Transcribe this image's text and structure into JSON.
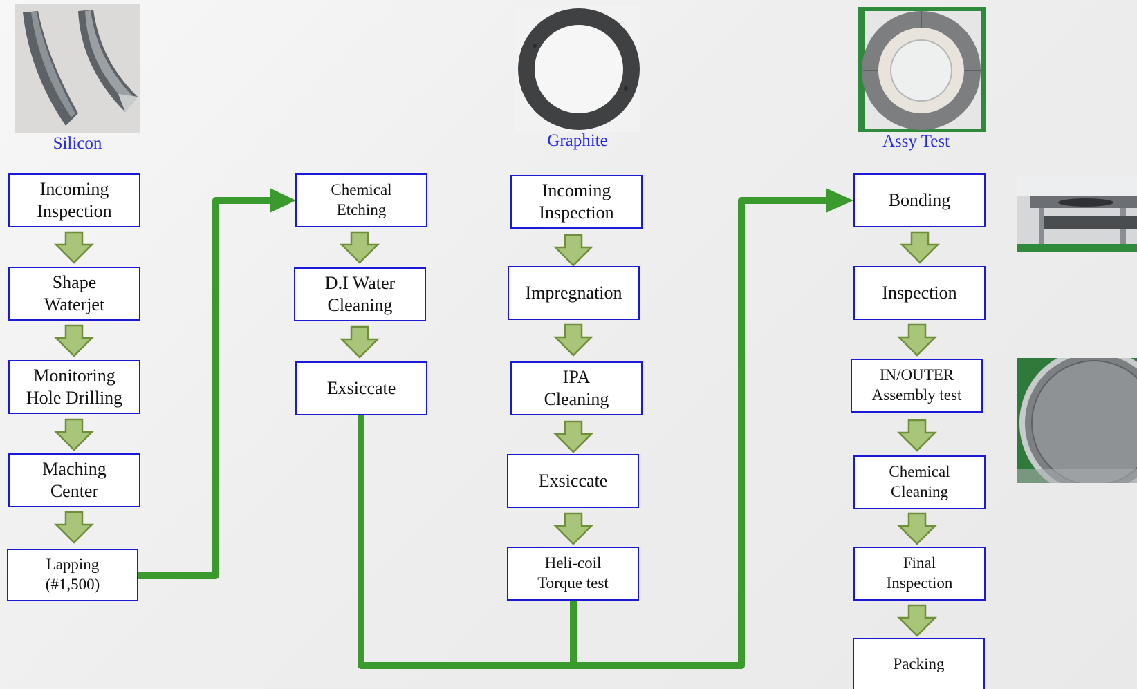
{
  "colors": {
    "box_border": "#1a1ad6",
    "caption": "#2a2ae0",
    "connector": "#3a9a2e",
    "step_arrow_fill": "#a9c57a",
    "step_arrow_stroke": "#6f8f3a"
  },
  "icons": {
    "down_arrow": "hollow-down-arrow-icon",
    "flow_arrowhead": "arrowhead-icon"
  },
  "columns": {
    "silicon": {
      "caption": "Silicon",
      "photo": "silicon-segments-photo",
      "steps": [
        "Incoming\nInspection",
        "Shape\nWaterjet",
        "Monitoring\nHole Drilling",
        "Maching\nCenter",
        "Lapping\n(#1,500)"
      ]
    },
    "etching": {
      "steps": [
        "Chemical\nEtching",
        "D.I Water\nCleaning",
        "Exsiccate"
      ]
    },
    "graphite": {
      "caption": "Graphite",
      "photo": "graphite-ring-photo",
      "steps": [
        "Incoming\nInspection",
        "Impregnation",
        "IPA\nCleaning",
        "Exsiccate",
        "Heli-coil\nTorque test"
      ]
    },
    "assy": {
      "caption": "Assy Test",
      "photo": "assembly-ring-photo",
      "steps": [
        "Bonding",
        "Inspection",
        "IN/OUTER\nAssembly test",
        "Chemical\nCleaning",
        "Final\nInspection",
        "Packing"
      ]
    }
  },
  "side_photos": [
    "bonding-fixture-photo",
    "bonded-ring-closeup-photo"
  ]
}
